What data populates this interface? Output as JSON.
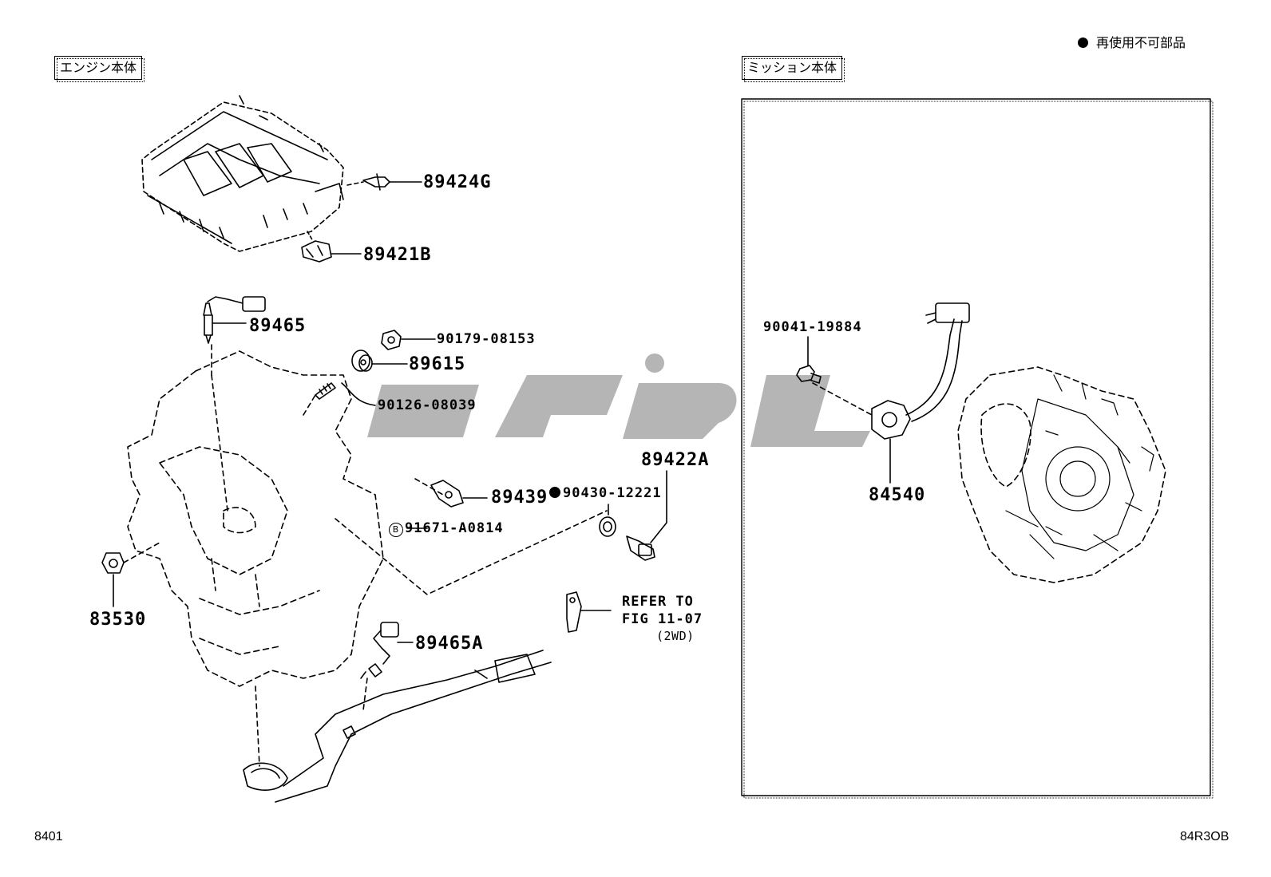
{
  "legend": {
    "text": "再使用不可部品"
  },
  "sections": {
    "engine": "エンジン本体",
    "mission": "ミッション本体"
  },
  "parts": {
    "p89424G": "89424G",
    "p89421B": "89421B",
    "p89465": "89465",
    "p90179_08153": "90179-08153",
    "p89615": "89615",
    "p90126_08039": "90126-08039",
    "p89422A": "89422A",
    "p89439": "89439",
    "p90430_12221": "90430-12221",
    "p91671_A0814": "91671-A0814",
    "p83530": "83530",
    "p89465A": "89465A",
    "p90041_19884": "90041-19884",
    "p84540": "84540"
  },
  "refer": {
    "line1": "REFER TO",
    "line2": "FIG 11-07",
    "line3": "(2WD)"
  },
  "circle_b": "B",
  "footer": {
    "left": "8401",
    "right": "84R3OB"
  }
}
